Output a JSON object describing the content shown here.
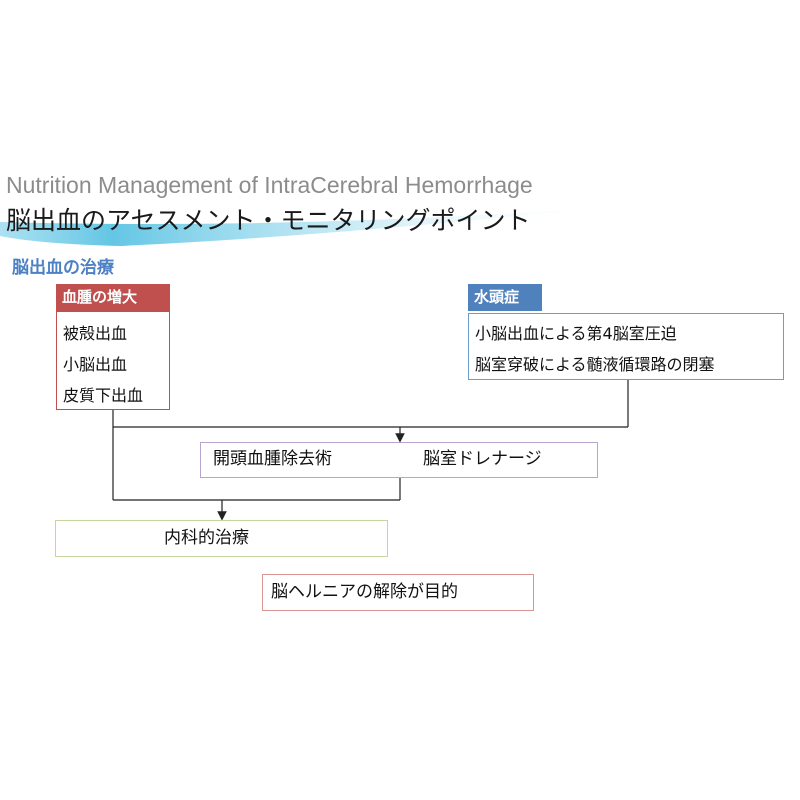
{
  "header": {
    "subtitle_en": "Nutrition Management of IntraCerebral Hemorrhage",
    "title_ja": "脳出血のアセスメント・モニタリングポイント",
    "section_heading": "脳出血の治療"
  },
  "hematoma": {
    "label": "血腫の増大",
    "items": [
      "被殻出血",
      "小脳出血",
      "皮質下出血"
    ]
  },
  "hydrocephalus": {
    "label": "水頭症",
    "items": [
      "小脳出血による第4脳室圧迫",
      "脳室穿破による髄液循環路の閉塞"
    ]
  },
  "surgery": {
    "left": "開頭血腫除去術",
    "right": "脳室ドレナージ"
  },
  "medical": {
    "label": "内科的治療"
  },
  "goal": {
    "label": "脳ヘルニアの解除が目的"
  },
  "colors": {
    "hematoma": "#c0504d",
    "hydrocephalus": "#4f81bd",
    "surgery_border": "#b7a5cf",
    "medical_border": "#c4d79b",
    "goal_border": "#d99694",
    "heading": "#4d80c4",
    "banner": "#5bc0de"
  }
}
